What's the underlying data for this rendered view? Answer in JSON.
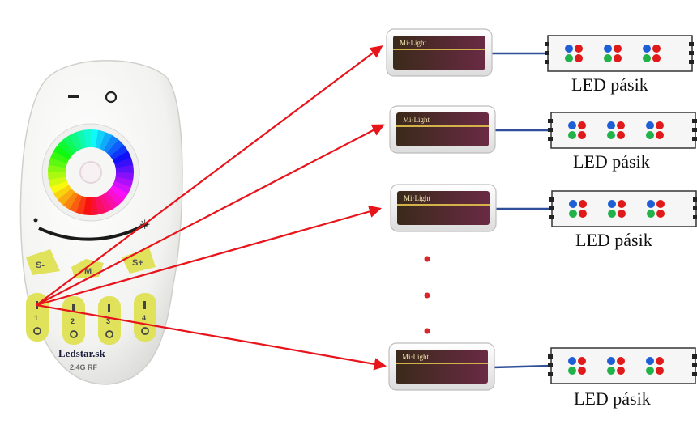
{
  "remote": {
    "brand": "Ledstar.sk",
    "freq": "2.4G RF",
    "power_off": "—",
    "power_on": "○",
    "btn_s_minus": "S-",
    "btn_m": "M",
    "btn_s_plus": "S+",
    "zones": [
      {
        "num": "1"
      },
      {
        "num": "2"
      },
      {
        "num": "3"
      },
      {
        "num": "4"
      }
    ]
  },
  "controllers": [
    {
      "brand": "Mi·Light",
      "strip_label": "LED pásik"
    },
    {
      "brand": "Mi·Light",
      "strip_label": "LED pásik"
    },
    {
      "brand": "Mi·Light",
      "strip_label": "LED pásik"
    },
    {
      "brand": "Mi·Light",
      "strip_label": "LED pásik"
    }
  ],
  "colors": {
    "arrow": "#e8141b",
    "wire": "#2f4f9a",
    "button": "#dfe25a",
    "dots": "#d9262b"
  }
}
